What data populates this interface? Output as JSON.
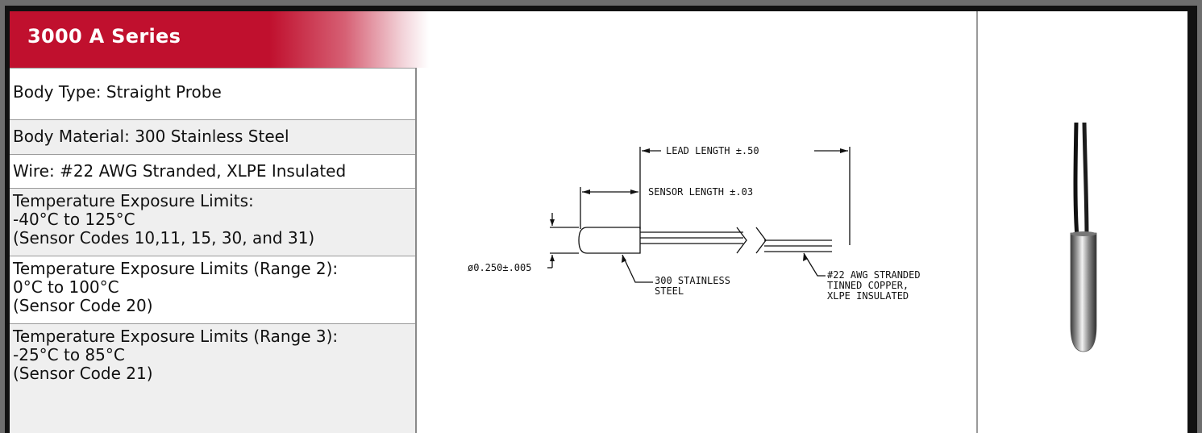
{
  "series_title": "3000 A Series",
  "specs": [
    {
      "lines": [
        "Body Type:  Straight Probe"
      ]
    },
    {
      "lines": [
        "Body Material:  300 Stainless Steel"
      ]
    },
    {
      "lines": [
        "Wire:  #22 AWG Stranded, XLPE Insulated"
      ]
    },
    {
      "lines": [
        "Temperature Exposure Limits:",
        "-40°C to 125°C",
        "(Sensor Codes 10,11, 15, 30, and 31)"
      ]
    },
    {
      "lines": [
        "Temperature Exposure Limits (Range 2):",
        "0°C to 100°C",
        "(Sensor Code 20)"
      ]
    },
    {
      "lines": [
        "Temperature Exposure Limits (Range 3):",
        "-25°C to 85°C",
        "(Sensor Code 21)"
      ]
    }
  ],
  "diagram": {
    "lead_length": "LEAD LENGTH ±.50",
    "sensor_length": "SENSOR LENGTH ±.03",
    "diameter": "ø0.250±.005",
    "body_label": [
      "300 STAINLESS",
      "STEEL"
    ],
    "wire_label": [
      "#22 AWG STRANDED",
      "TINNED COPPER,",
      "XLPE INSULATED"
    ]
  },
  "colors": {
    "banner_red": "#c0102e",
    "row_shade": "#efefef"
  }
}
